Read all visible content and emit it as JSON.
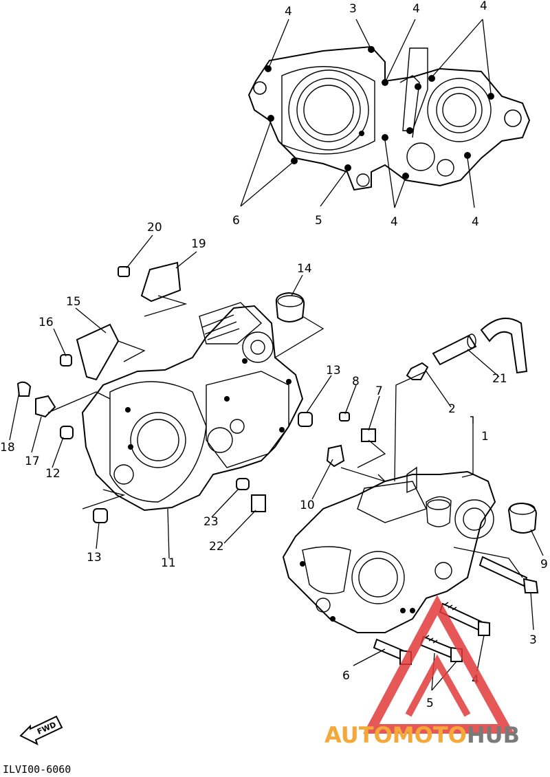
{
  "diagram": {
    "part_code": "ILVI00-6060",
    "direction_label": "FWD",
    "callouts": {
      "top_4a": "4",
      "top_3": "3",
      "top_4b": "4",
      "top_4c": "4",
      "top_6": "6",
      "top_5": "5",
      "top_4d": "4",
      "top_4e": "4",
      "p20": "20",
      "p19": "19",
      "p14": "14",
      "p15": "15",
      "p16": "16",
      "p18": "18",
      "p17": "17",
      "p12": "12",
      "p13a": "13",
      "p11": "11",
      "p23": "23",
      "p22": "22",
      "p13b": "13",
      "p8": "8",
      "p7": "7",
      "p10": "10",
      "p2": "2",
      "p1": "1",
      "p21": "21",
      "p9": "9",
      "p3": "3",
      "p4": "4",
      "p6": "6",
      "p5": "5"
    }
  },
  "watermark": {
    "brand_part1": "AUTOMOTO",
    "brand_part2": "HUB",
    "colors": {
      "accent": "#f4a83a",
      "gray": "#7a7a7a",
      "red": "#e23b3b"
    }
  }
}
